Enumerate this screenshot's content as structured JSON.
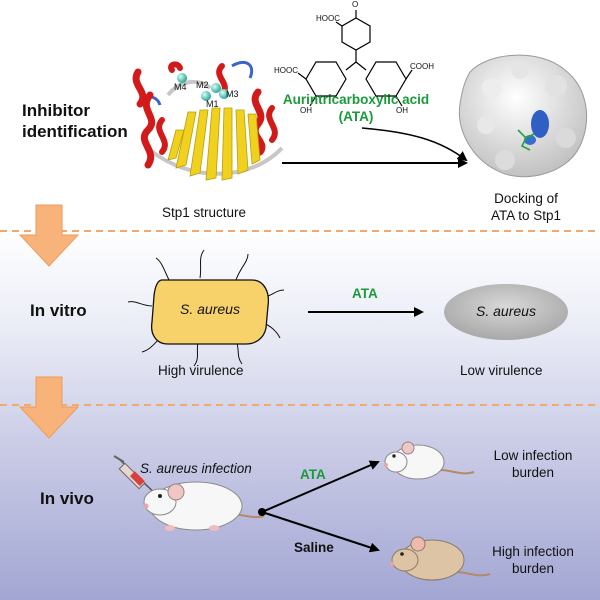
{
  "sections": {
    "inhibitor": {
      "title_line1": "Inhibitor",
      "title_line2": "identification"
    },
    "invitro": {
      "title": "In vitro"
    },
    "invivo": {
      "title": "In vivo"
    }
  },
  "structure": {
    "caption": "Stp1 structure",
    "metal_labels": [
      "M4",
      "M2",
      "M1",
      "M3"
    ]
  },
  "compound": {
    "name": "Aurintricarboxylic acid",
    "abbrev": "(ATA)",
    "groups": {
      "top": "HOOC",
      "left_acid": "HOOC",
      "right_acid": "COOH",
      "left_oh": "OH",
      "right_oh": "OH",
      "quinone_o": "O"
    }
  },
  "docking": {
    "caption_line1": "Docking of",
    "caption_line2": "ATA to Stp1"
  },
  "invitro": {
    "bacterium_high": "S. aureus",
    "bacterium_low": "S. aureus",
    "treatment": "ATA",
    "high_label": "High virulence",
    "low_label": "Low virulence"
  },
  "invivo": {
    "infection_label": "S. aureus infection",
    "ata_label": "ATA",
    "saline_label": "Saline",
    "low_burden_line1": "Low infection",
    "low_burden_line2": "burden",
    "high_burden_line1": "High infection",
    "high_burden_line2": "burden"
  },
  "colors": {
    "accent_green": "#1a9a3a",
    "helix_red": "#d21a1a",
    "sheet_yellow": "#f0d21e",
    "bacterium_yellow": "#f7d26a",
    "arrow_orange": "#f7b37a",
    "divider_orange": "#f2a96e",
    "mouse_white": "#f7f7f7",
    "mouse_tan": "#dcc4a5"
  }
}
